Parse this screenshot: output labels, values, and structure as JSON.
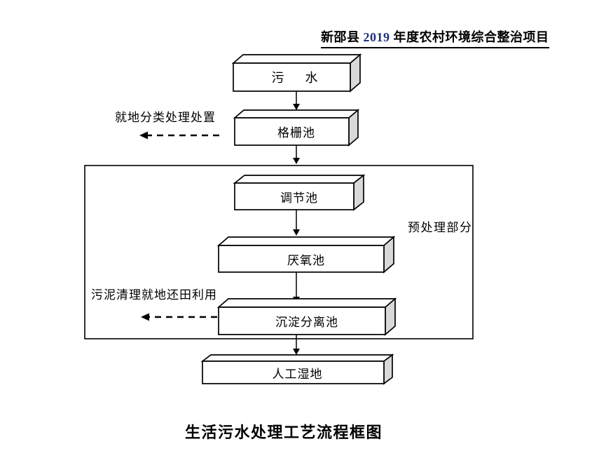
{
  "document": {
    "header_title": {
      "prefix": "新邵县 ",
      "year": "2019",
      "suffix": " 年度农村环境综合整治项目"
    },
    "caption": "生活污水处理工艺流程框图"
  },
  "flowchart": {
    "nodes": {
      "sewage": "污　水",
      "grid_pool": "格栅池",
      "regulating_pool": "调节池",
      "anaerobic_pool": "厌氧池",
      "sedimentation_pool": "沉淀分离池",
      "constructed_wetland": "人工湿地"
    },
    "annotations": {
      "onsite_disposal": "就地分类处理处置",
      "pretreatment_section": "预处理部分",
      "sludge_reuse": "污泥清理就地还田利用"
    },
    "colors": {
      "line": "#000000",
      "box_fill": "#ffffff",
      "box_side_fill": "#d9d9d9",
      "text": "#000000",
      "year_accent": "#1f3080",
      "background": "#ffffff"
    }
  }
}
